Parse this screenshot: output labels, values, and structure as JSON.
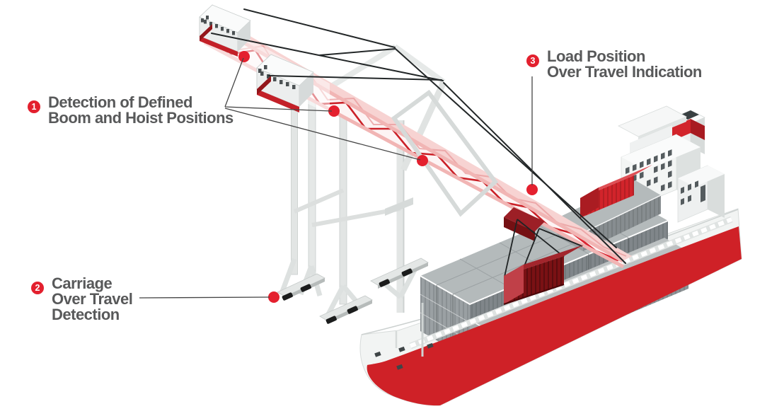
{
  "callouts": {
    "c1": {
      "number": "1",
      "lines": [
        "Detection of Defined",
        "Boom and Hoist Positions"
      ]
    },
    "c2": {
      "number": "2",
      "lines": [
        "Carriage",
        "Over Travel",
        "Detection"
      ]
    },
    "c3": {
      "number": "3",
      "lines": [
        "Load Position",
        "Over Travel Indication"
      ]
    }
  },
  "colors": {
    "accent_red": "#e3202e",
    "crane_lattice_red": "#cb2128",
    "boom_pale_pink": "#f1b5b4",
    "structure_gray": "#e2e5e4",
    "container_gray": "#878d90",
    "hull_red": "#cf2127",
    "label_text": "#58595a",
    "cable_black": "#232728"
  },
  "scene": {
    "elements": [
      "ship-to-shore-gantry-crane",
      "crane-boom-truss",
      "boom-sensor-house-upper",
      "boom-sensor-house-lower",
      "crane-travel-bogies",
      "container-ship",
      "deck-container-stack",
      "red-deck-container",
      "hanging-container-on-spreader",
      "ship-superstructure",
      "funnel",
      "position-marker-dots"
    ]
  }
}
